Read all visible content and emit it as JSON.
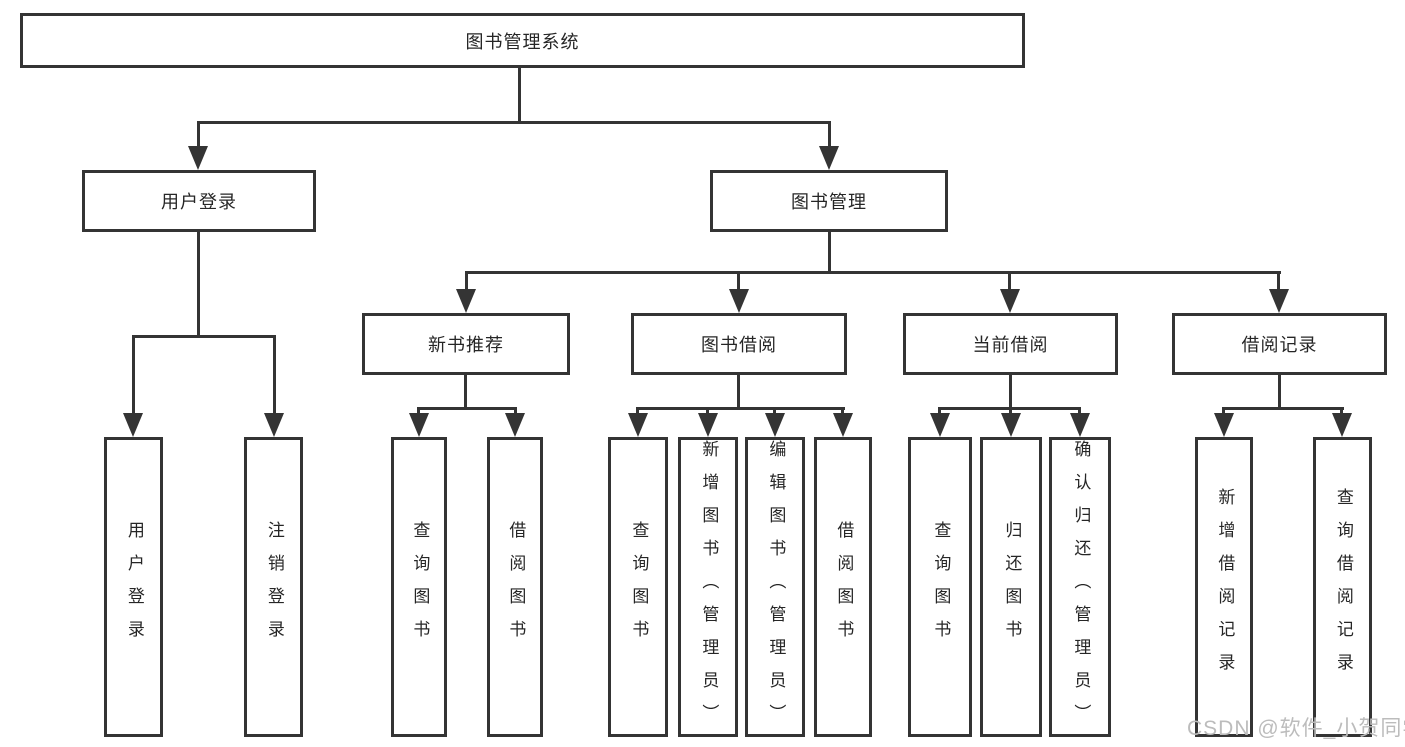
{
  "diagram": {
    "root": {
      "label": "图书管理系统"
    },
    "level2": [
      {
        "label": "用户登录"
      },
      {
        "label": "图书管理"
      }
    ],
    "level3": [
      {
        "label": "新书推荐",
        "parent": "图书管理"
      },
      {
        "label": "图书借阅",
        "parent": "图书管理"
      },
      {
        "label": "当前借阅",
        "parent": "图书管理"
      },
      {
        "label": "借阅记录",
        "parent": "图书管理"
      }
    ],
    "leaves": [
      {
        "label": "用户登录",
        "parent": "用户登录"
      },
      {
        "label": "注销登录",
        "parent": "用户登录"
      },
      {
        "label": "查询图书",
        "parent": "新书推荐"
      },
      {
        "label": "借阅图书",
        "parent": "新书推荐"
      },
      {
        "label": "查询图书",
        "parent": "图书借阅"
      },
      {
        "label": "新增图书（管理员）",
        "parent": "图书借阅"
      },
      {
        "label": "编辑图书（管理员）",
        "parent": "图书借阅"
      },
      {
        "label": "借阅图书",
        "parent": "图书借阅"
      },
      {
        "label": "查询图书",
        "parent": "当前借阅"
      },
      {
        "label": "归还图书",
        "parent": "当前借阅"
      },
      {
        "label": "确认归还（管理员）",
        "parent": "当前借阅"
      },
      {
        "label": "新增借阅记录",
        "parent": "借阅记录"
      },
      {
        "label": "查询借阅记录",
        "parent": "借阅记录"
      }
    ],
    "watermark": "CSDN @软件_小贺同学",
    "colors": {
      "line": "#343434",
      "text": "#262626",
      "watermark": "#bcbcbc",
      "background": "#ffffff"
    }
  }
}
